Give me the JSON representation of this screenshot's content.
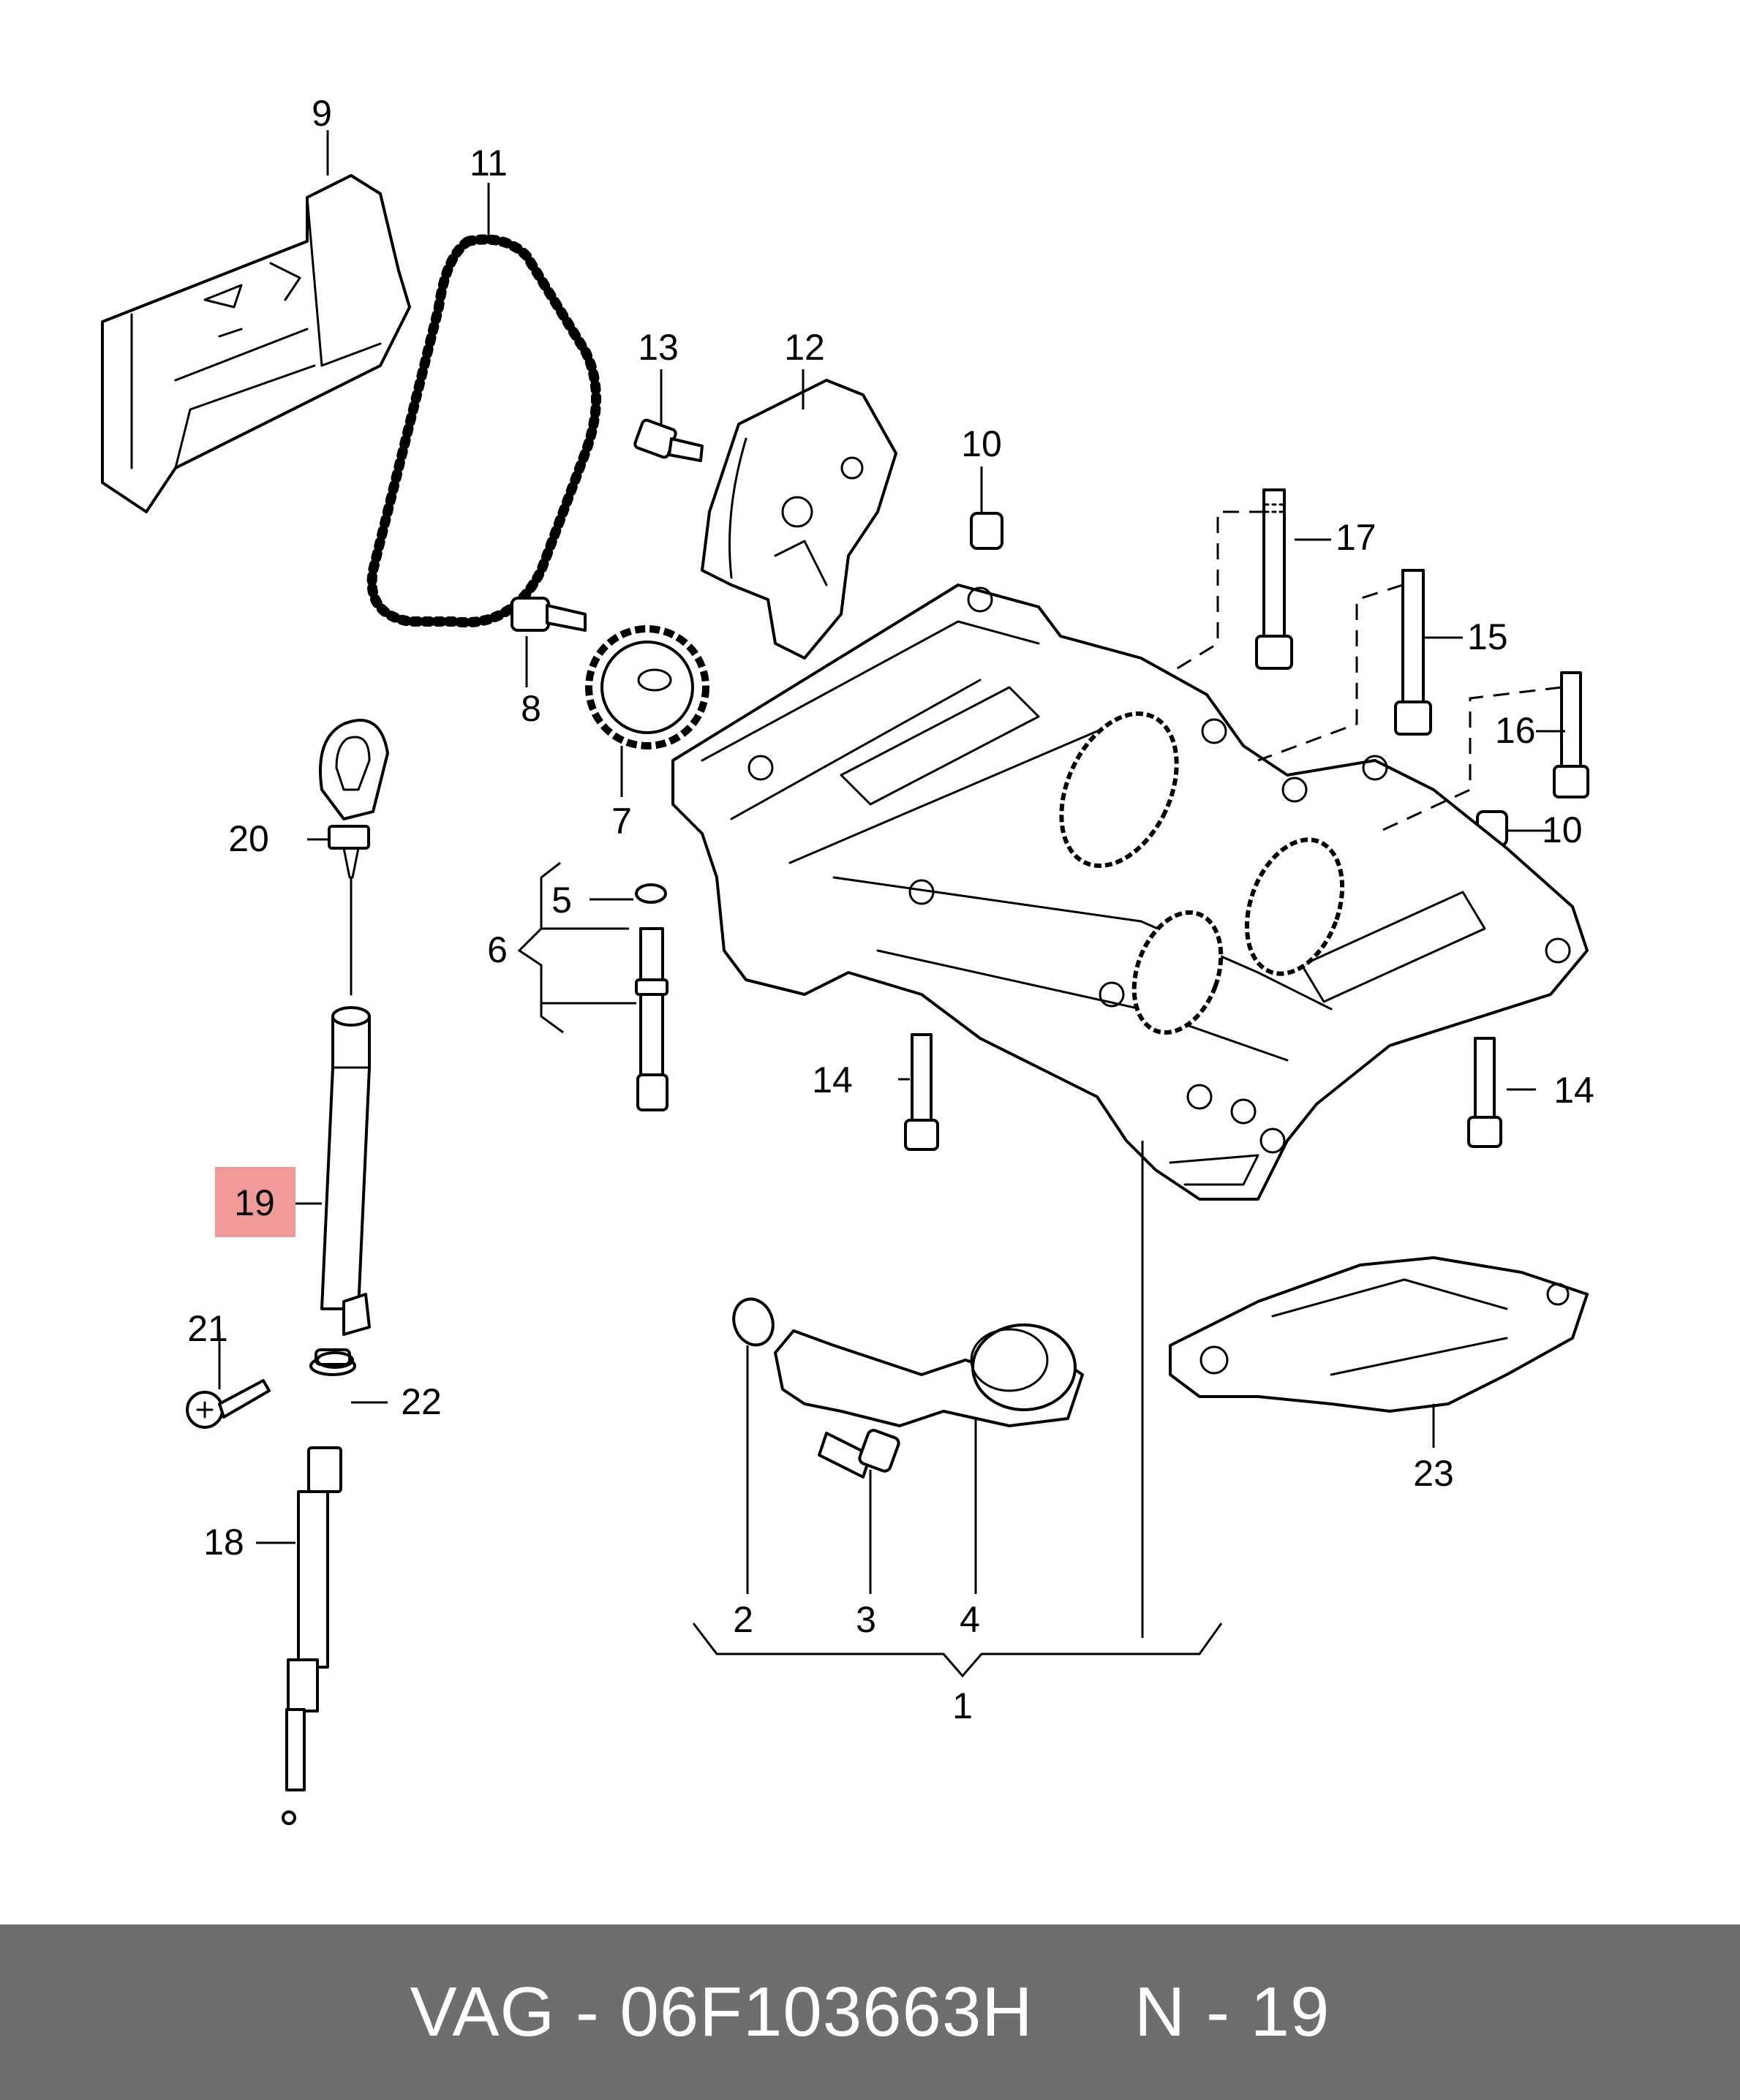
{
  "callouts": {
    "c1": "1",
    "c2": "2",
    "c3": "3",
    "c4": "4",
    "c5": "5",
    "c6": "6",
    "c7": "7",
    "c8": "8",
    "c9": "9",
    "c10a": "10",
    "c10b": "10",
    "c11": "11",
    "c12": "12",
    "c13": "13",
    "c14a": "14",
    "c14b": "14",
    "c15": "15",
    "c16": "16",
    "c17": "17",
    "c18": "18",
    "c19": "19",
    "c20": "20",
    "c21": "21",
    "c22": "22",
    "c23": "23"
  },
  "highlight": {
    "part": "19",
    "color": "#f29a9a"
  },
  "footer": {
    "text": "VAG - 06F103663H     N - 19",
    "background": "#6e6e6e"
  }
}
